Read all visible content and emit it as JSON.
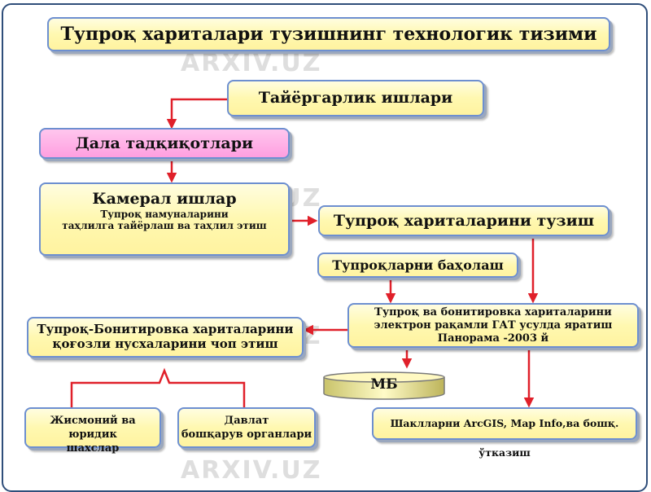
{
  "title": "Тупроқ хариталари тузишнинг технологик тизими",
  "nodes": {
    "preparation": "Тайёргарлик ишлари",
    "field": "Дала тадқиқотлари",
    "cameral_title": "Камерал ишлар",
    "cameral_sub1": "Тупроқ намуналарини",
    "cameral_sub2": "таҳлилга тайёрлаш ва таҳлил этиш",
    "map_make": "Тупроқ хариталарини тузиш",
    "evaluation": "Тупроқларни баҳолаш",
    "electronic1": "Тупроқ ва бонитировка хариталарини",
    "electronic2": "электрон рақамли ГАТ усулда яратиш",
    "electronic3": "Панорама -2003 й",
    "paper1": "Тупроқ-Бонитировка хариталарини",
    "paper2": "қоғозли нусхаларини чоп этиш",
    "db": "МБ",
    "persons1": "Жисмоний ва юридик",
    "persons2": "шахслар",
    "gov1": "Давлат",
    "gov2": "бошқарув органлари",
    "convert": "Шаклларни ArcGIS, Map Info,ва бошқ. ўтказиш"
  },
  "watermark": "ARXIV.UZ",
  "colors": {
    "arrow": "#e0202a",
    "border": "#6d8fd0",
    "yellow": "#fff6a8",
    "pink": "#ffa8e4"
  }
}
